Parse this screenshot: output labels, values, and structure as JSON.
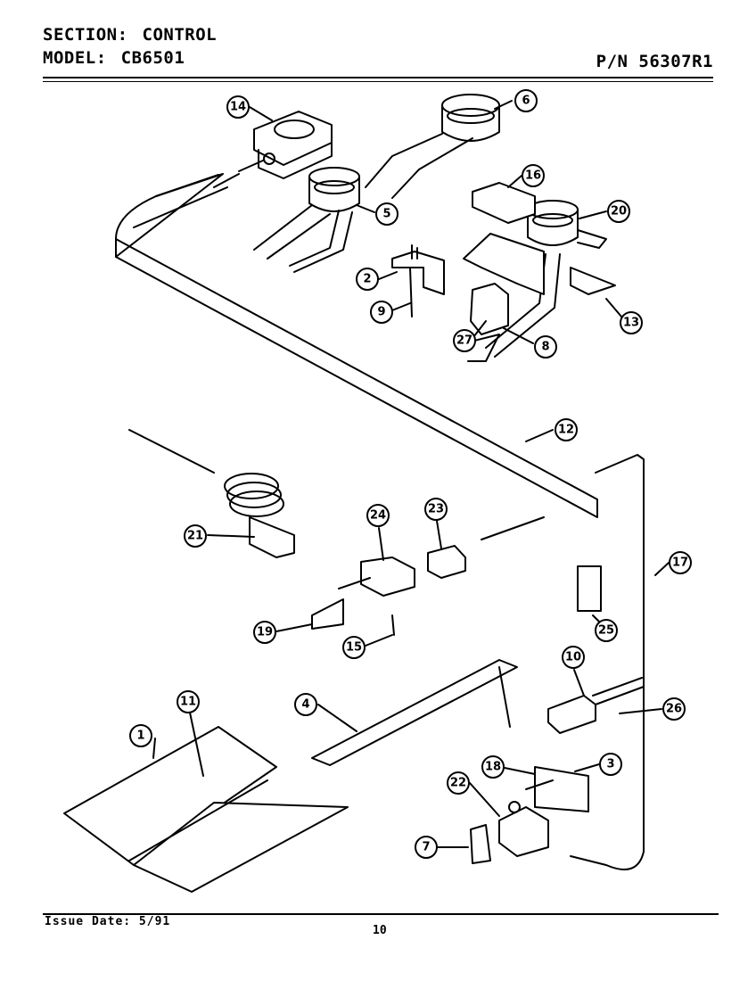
{
  "header": {
    "section_label": "SECTION:",
    "section_value": "CONTROL",
    "model_label": "MODEL:",
    "model_value": "CB6501",
    "part_number": "P/N 56307R1"
  },
  "footer": {
    "issue_date": "Issue Date: 5/91",
    "page_number": "10"
  },
  "callouts": [
    "1",
    "2",
    "3",
    "4",
    "5",
    "6",
    "7",
    "8",
    "9",
    "10",
    "11",
    "12",
    "13",
    "14",
    "15",
    "16",
    "17",
    "18",
    "19",
    "20",
    "21",
    "22",
    "23",
    "24",
    "25",
    "26",
    "27"
  ]
}
